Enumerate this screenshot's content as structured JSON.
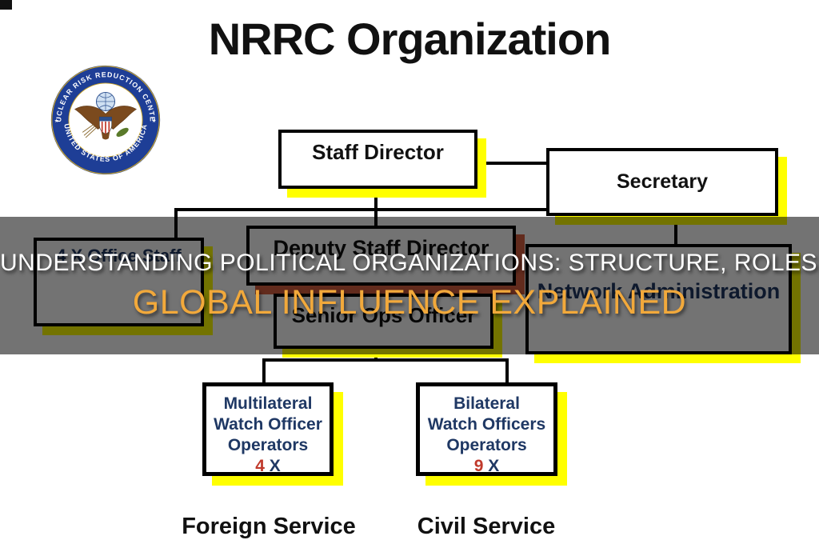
{
  "page": {
    "title": "NRRC Organization"
  },
  "seal": {
    "name": "nuclear-risk-reduction-center-seal",
    "ring_text_top": "NUCLEAR RISK REDUCTION CENTER",
    "ring_text_bottom": "UNITED STATES OF AMERICA",
    "star_left": "★",
    "star_right": "★",
    "ring_color": "#1E3E96"
  },
  "banner": {
    "line1": "UNDERSTANDING POLITICAL ORGANIZATIONS: STRUCTURE, ROLES, AND",
    "line2": "GLOBAL INFLUENCE EXPLAINED",
    "line1_color": "#FFFFFF",
    "line2_color": "#F2A93B"
  },
  "org_chart": {
    "boxes": {
      "staff_director": {
        "label": "Staff Director"
      },
      "secretary": {
        "label": "Secretary"
      },
      "office_staff": {
        "label": "4 X Office Staff"
      },
      "deputy_staff_director": {
        "label": "Deputy Staff Director"
      },
      "network_administration": {
        "label": "Network Administration"
      },
      "senior_ops_officer": {
        "label": "Senior Ops Officer"
      },
      "multilateral": {
        "line1": "Multilateral",
        "line2": "Watch Officer",
        "line3": "Operators",
        "count": "4",
        "unit": " X"
      },
      "bilateral": {
        "line1": "Bilateral",
        "line2": "Watch Officers",
        "line3": "Operators",
        "count": "9",
        "unit": " X"
      }
    },
    "footer": {
      "left": "Foreign Service",
      "right": "Civil Service"
    },
    "colors": {
      "box_shadow_yellow": "#FFFF00",
      "deputy_shadow_coral": "#D96040",
      "navy_text": "#1F3864",
      "count_red": "#C0392B",
      "overlay": "rgba(0,0,0,0.55)"
    }
  }
}
